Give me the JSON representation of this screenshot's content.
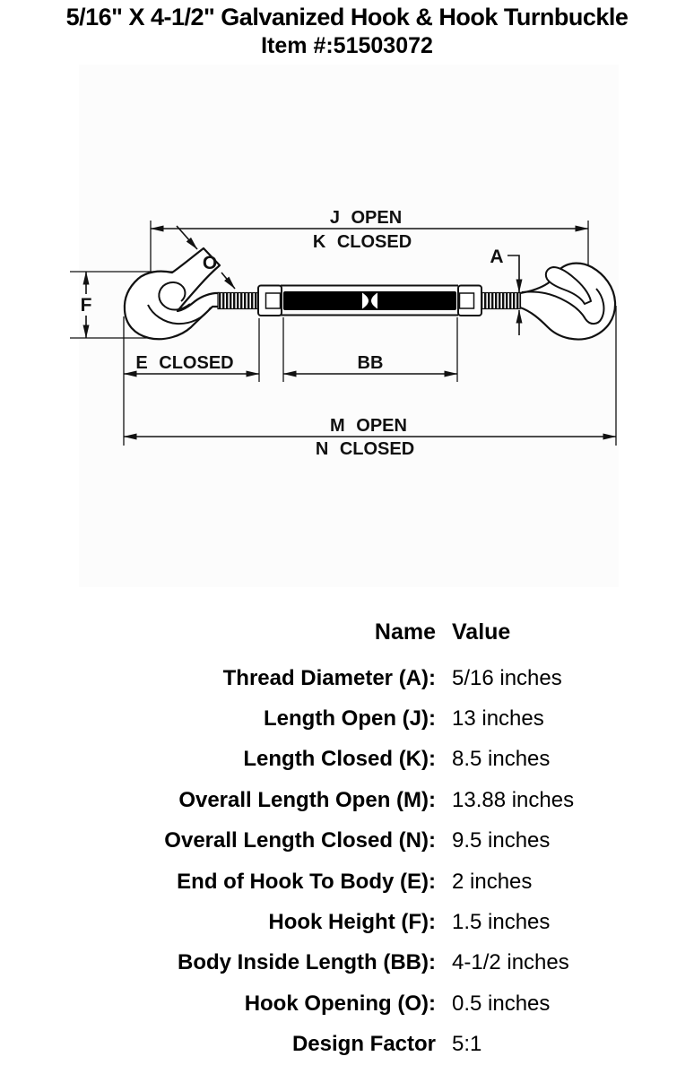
{
  "title": {
    "line1": "5/16\" X 4-1/2\" Galvanized Hook & Hook Turnbuckle",
    "line2": "Item #:51503072"
  },
  "diagram": {
    "labels": {
      "j_open": "J OPEN",
      "k_closed": "K CLOSED",
      "o": "O",
      "a": "A",
      "f": "F",
      "e_closed": "E CLOSED",
      "bb": "BB",
      "m_open": "M OPEN",
      "n_closed": "N CLOSED"
    },
    "colors": {
      "line": "#111111",
      "slot_fill": "#000000",
      "image_bg": "#fcfcfc"
    }
  },
  "table": {
    "headers": {
      "name": "Name",
      "value": "Value"
    },
    "rows": [
      {
        "name": "Thread Diameter (A):",
        "value": "5/16 inches"
      },
      {
        "name": "Length Open (J):",
        "value": "13 inches"
      },
      {
        "name": "Length Closed (K):",
        "value": "8.5 inches"
      },
      {
        "name": "Overall Length Open (M):",
        "value": "13.88 inches"
      },
      {
        "name": "Overall Length Closed (N):",
        "value": "9.5 inches"
      },
      {
        "name": "End of Hook To Body (E):",
        "value": "2 inches"
      },
      {
        "name": "Hook Height (F):",
        "value": "1.5 inches"
      },
      {
        "name": "Body Inside Length (BB):",
        "value": "4-1/2 inches"
      },
      {
        "name": "Hook Opening (O):",
        "value": "0.5 inches"
      },
      {
        "name": "Design Factor",
        "value": "5:1"
      }
    ]
  }
}
